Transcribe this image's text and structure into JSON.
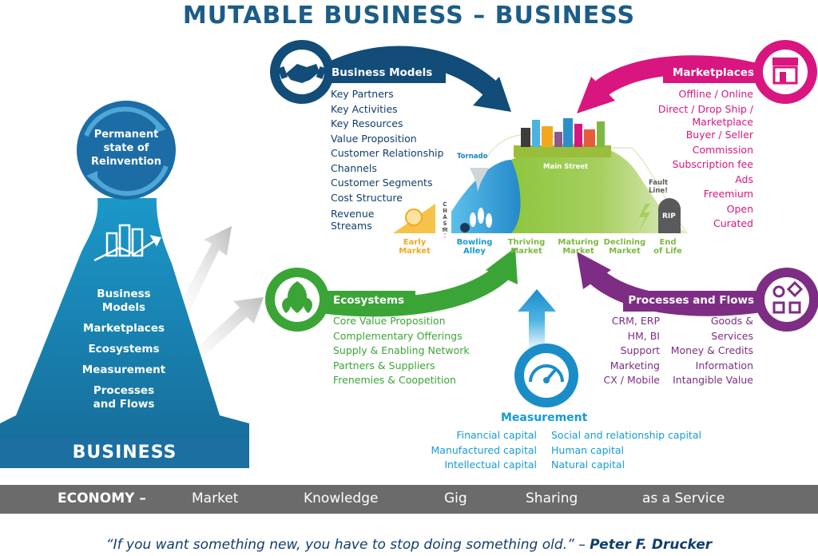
{
  "title": "MUTABLE BUSINESS – BUSINESS",
  "business_models": {
    "heading": "Business Models",
    "items": [
      "Key Partners",
      "Key Activities",
      "Key Resources",
      "Value Proposition",
      "Customer Relationship",
      "Channels",
      "Customer Segments",
      "Cost Structure",
      "Revenue",
      "Streams"
    ]
  },
  "marketplaces": {
    "heading": "Marketplaces",
    "items": [
      "Offline / Online",
      "Direct / Drop Ship /",
      "Marketplace",
      "Buyer / Seller",
      "Commission",
      "Subscription fee",
      "Ads",
      "Freemium",
      "Open",
      "Curated"
    ]
  },
  "ecosystems": {
    "heading": "Ecosystems",
    "items": [
      "Core Value Proposition",
      "Complementary Offerings",
      "Supply & Enabling Network",
      "Partners & Suppliers",
      "Frenemies & Coopetition"
    ]
  },
  "processes": {
    "heading": "Processes and Flows",
    "col1": [
      "CRM, ERP",
      "HM, BI",
      "Support",
      "Marketing",
      "CX / Mobile"
    ],
    "col2": [
      "Goods & Services",
      "Money & Credits",
      "Information",
      "Intangible Value"
    ]
  },
  "measurement": {
    "heading": "Measurement",
    "col1": [
      "Financial capital",
      "Manufactured capital",
      "Intellectual capital"
    ],
    "col2": [
      "Social and relationship capital",
      "Human capital",
      "Natural capital"
    ]
  },
  "lifecycle": {
    "tornado": "Tornado",
    "main_street": "Main Street",
    "fault_line": [
      "Fault",
      "Line!"
    ],
    "chasm": "CHASM",
    "rip": "RIP",
    "stages": [
      {
        "l1": "Early",
        "l2": "Market",
        "color": "#f2a81d"
      },
      {
        "l1": "Bowling",
        "l2": "Alley",
        "color": "#159bd7"
      },
      {
        "l1": "Thriving",
        "l2": "Market",
        "color": "#7cb842"
      },
      {
        "l1": "Maturing",
        "l2": "Market",
        "color": "#7cb842"
      },
      {
        "l1": "Declining",
        "l2": "Market",
        "color": "#7cb842"
      },
      {
        "l1": "End",
        "l2": "of Life",
        "color": "#7cb842"
      }
    ]
  },
  "reinvention": [
    "Permanent",
    "state of",
    "Reinvention"
  ],
  "business_pyramid": {
    "items": [
      "Business",
      "Models",
      "Marketplaces",
      "Ecosystems",
      "Measurement",
      "Processes",
      "and Flows"
    ],
    "label": "BUSINESS"
  },
  "economy": {
    "label": "ECONOMY –",
    "items": [
      "Market",
      "Knowledge",
      "Gig",
      "Sharing",
      "as a Service"
    ]
  },
  "quote": {
    "text": "“If you want something new, you have to stop doing something old.” – ",
    "author": "Peter F. Drucker"
  },
  "colors": {
    "navy": "#0f3e6d",
    "pink": "#d9167f",
    "green": "#3aa536",
    "purple": "#7d2d84",
    "blue": "#159bd7",
    "teal": "#1e8fb8"
  },
  "icons": [
    "handshake-icon",
    "store-icon",
    "leaf-icon",
    "shapes-flow-icon",
    "gauge-icon",
    "city-chart-icon",
    "reinvention-cycle-icon"
  ]
}
